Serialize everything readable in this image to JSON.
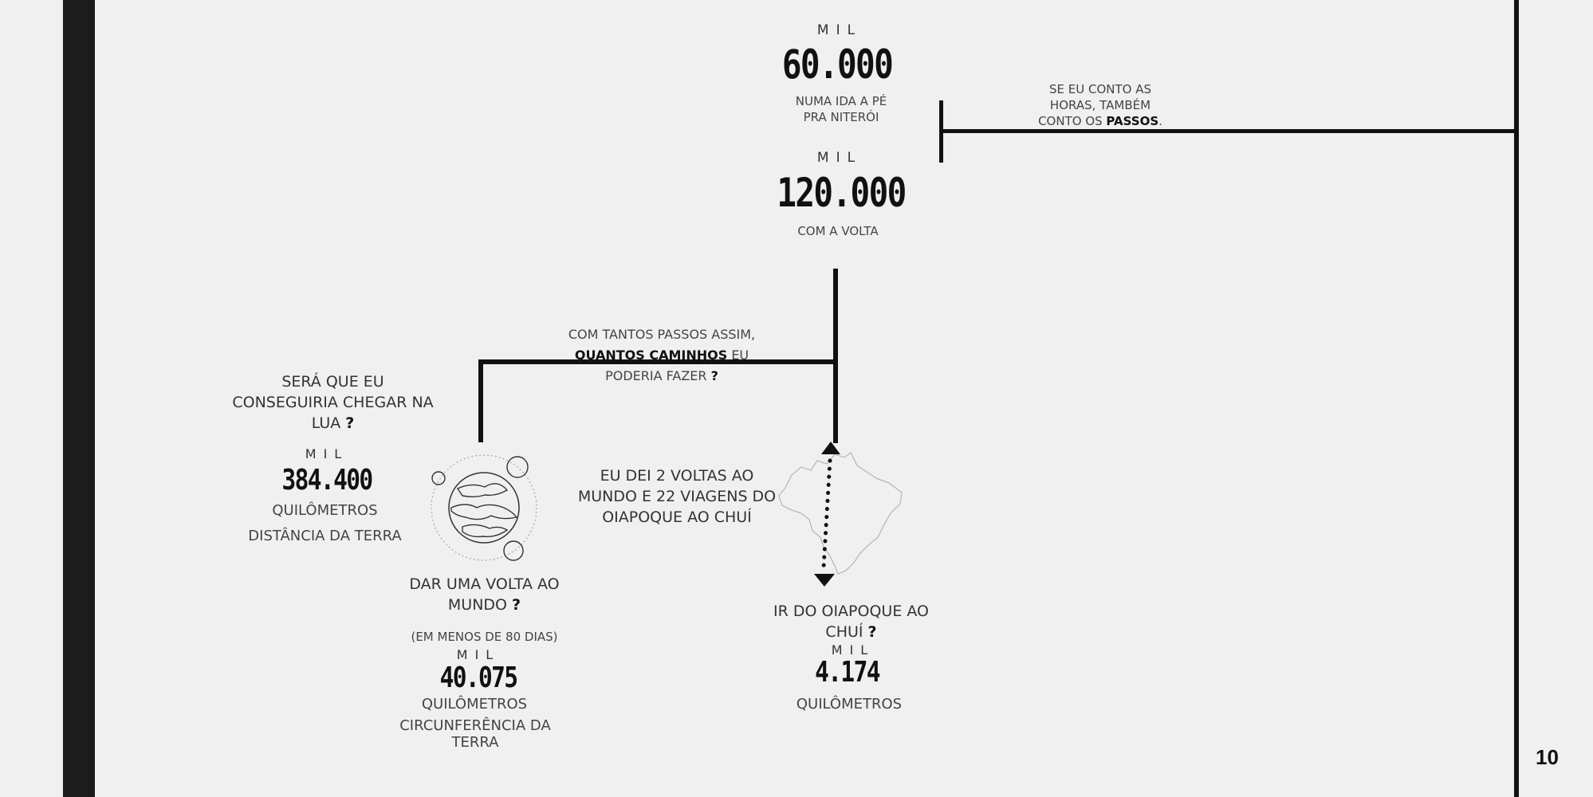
{
  "top": {
    "a": {
      "mil": "MIL",
      "value": "60.000",
      "cap1": "NUMA IDA A PÉ",
      "cap2": "PRA NITERÓI"
    },
    "b": {
      "mil": "MIL",
      "value": "120.000",
      "cap": "COM A VOLTA"
    }
  },
  "side_note": {
    "l1": "SE EU CONTO AS",
    "l2": "HORAS, TAMBÉM",
    "l3a": "CONTO OS ",
    "l3b": "PASSOS",
    "l3c": "."
  },
  "center_q": {
    "l1": "COM TANTOS PASSOS ASSIM,",
    "l2a": "QUANTOS CAMINHOS",
    "l2b": " EU",
    "l3a": "PODERIA FAZER ",
    "l3b": "?"
  },
  "moon": {
    "q1": "SERÁ QUE EU",
    "q2": "CONSEGUIRIA CHEGAR NA",
    "q3a": "LUA ",
    "q3b": "?",
    "mil": "MIL",
    "value": "384.400",
    "unit": "QUILÔMETROS",
    "desc": "DISTÂNCIA DA TERRA"
  },
  "world": {
    "q1": "DAR UMA VOLTA AO",
    "q2a": "MUNDO ",
    "q2b": "?",
    "note": "(EM MENOS DE 80 DIAS)",
    "mil": "MIL",
    "value": "40.075",
    "unit": "QUILÔMETROS",
    "desc": "CIRCUNFERÊNCIA DA TERRA"
  },
  "answer": {
    "l1": "EU DEI 2 VOLTAS AO",
    "l2": "MUNDO E  22 VIAGENS DO",
    "l3": "OIAPOQUE AO CHUÍ"
  },
  "brazil": {
    "q1": "IR DO OIAPOQUE AO",
    "q2a": "CHUÍ ",
    "q2b": "?",
    "mil": "MIL",
    "value": "4.174",
    "unit": "QUILÔMETROS"
  },
  "page_number": "10"
}
